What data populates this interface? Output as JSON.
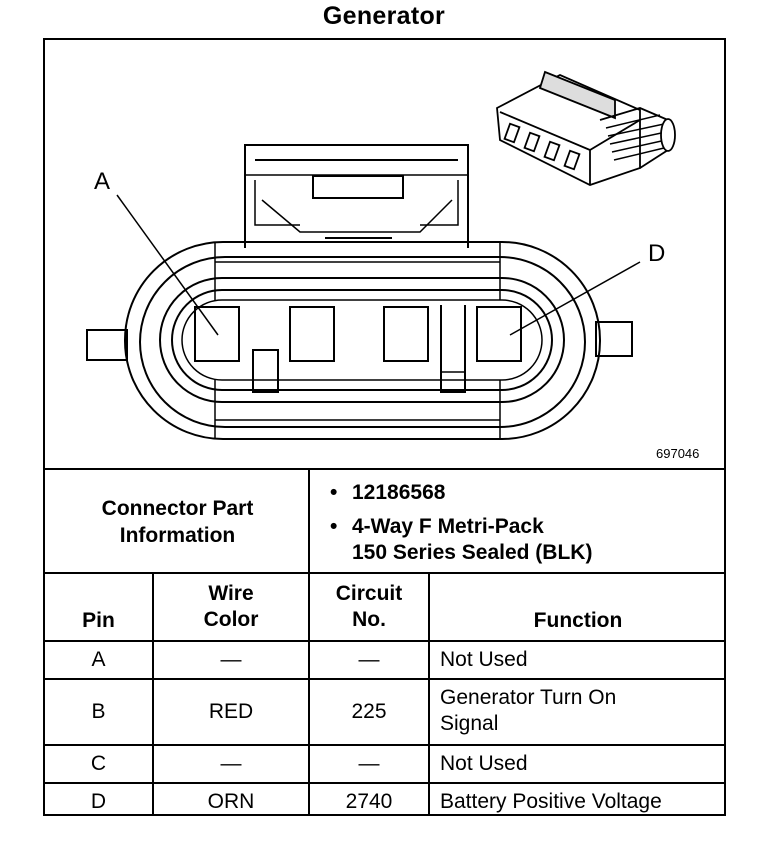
{
  "title": "Generator",
  "figure_number": "697046",
  "pin_labels": {
    "a": "A",
    "d": "D"
  },
  "connector_info": {
    "label_line1": "Connector Part",
    "label_line2": "Information",
    "items": [
      "12186568",
      "4-Way F Metri-Pack\n150 Series Sealed (BLK)"
    ]
  },
  "table": {
    "headers": {
      "pin": "Pin",
      "wire_color_line1": "Wire",
      "wire_color_line2": "Color",
      "circuit_line1": "Circuit",
      "circuit_line2": "No.",
      "function": "Function"
    },
    "rows": [
      {
        "pin": "A",
        "wire_color": "—",
        "circuit": "—",
        "function": "Not Used"
      },
      {
        "pin": "B",
        "wire_color": "RED",
        "circuit": "225",
        "function": "Generator Turn On\nSignal"
      },
      {
        "pin": "C",
        "wire_color": "—",
        "circuit": "—",
        "function": "Not Used"
      },
      {
        "pin": "D",
        "wire_color": "ORN",
        "circuit": "2740",
        "function": "Battery Positive Voltage"
      }
    ]
  }
}
